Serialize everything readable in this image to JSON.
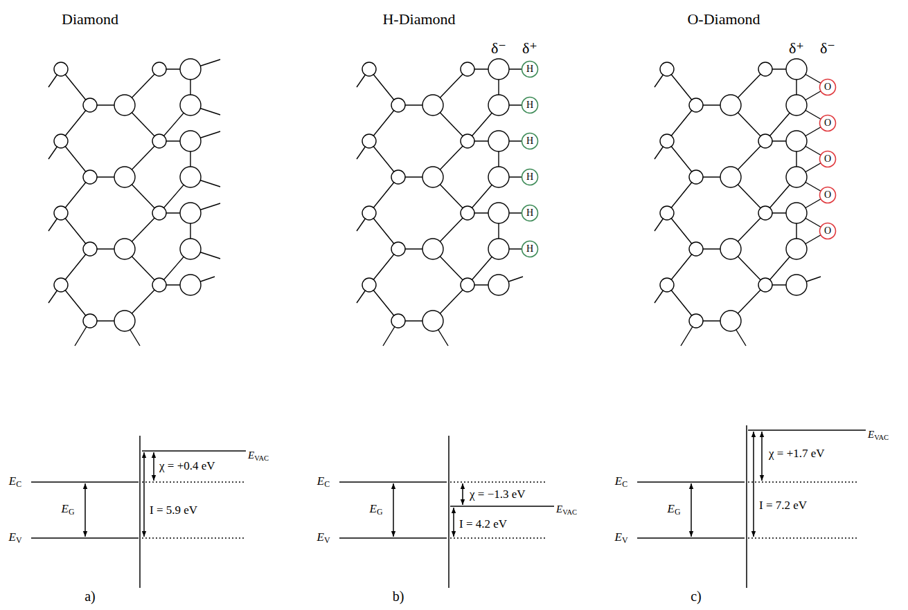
{
  "diagram": {
    "nodes": [
      {
        "text": [
          "H"
        ]
      },
      {
        "text": [
          "H"
        ]
      },
      {
        "text": [
          "H"
        ]
      },
      {
        "text": [
          "H"
        ]
      },
      {
        "text": [
          "H"
        ]
      },
      {
        "text": [
          "H"
        ]
      },
      {
        "text": [
          "O"
        ]
      },
      {
        "text": [
          "O"
        ]
      },
      {
        "text": [
          "O"
        ]
      },
      {
        "text": [
          "O"
        ]
      },
      {
        "text": [
          "O"
        ]
      }
    ],
    "labels": [
      "Diamond",
      "H-Diamond",
      "O-Diamond",
      "δ⁻",
      "δ⁺",
      "δ⁺",
      "δ⁻",
      "EC",
      "EG",
      "EV",
      "EVAC",
      "χ = +0.4 eV",
      "I = 5.9 eV",
      "EC",
      "EG",
      "EV",
      "EVAC",
      "χ = −1.3 eV",
      "I = 4.2 eV",
      "EC",
      "EG",
      "EV",
      "EVAC",
      "χ = +1.7 eV",
      "I = 7.2 eV",
      "a)",
      "b)",
      "c)"
    ]
  }
}
